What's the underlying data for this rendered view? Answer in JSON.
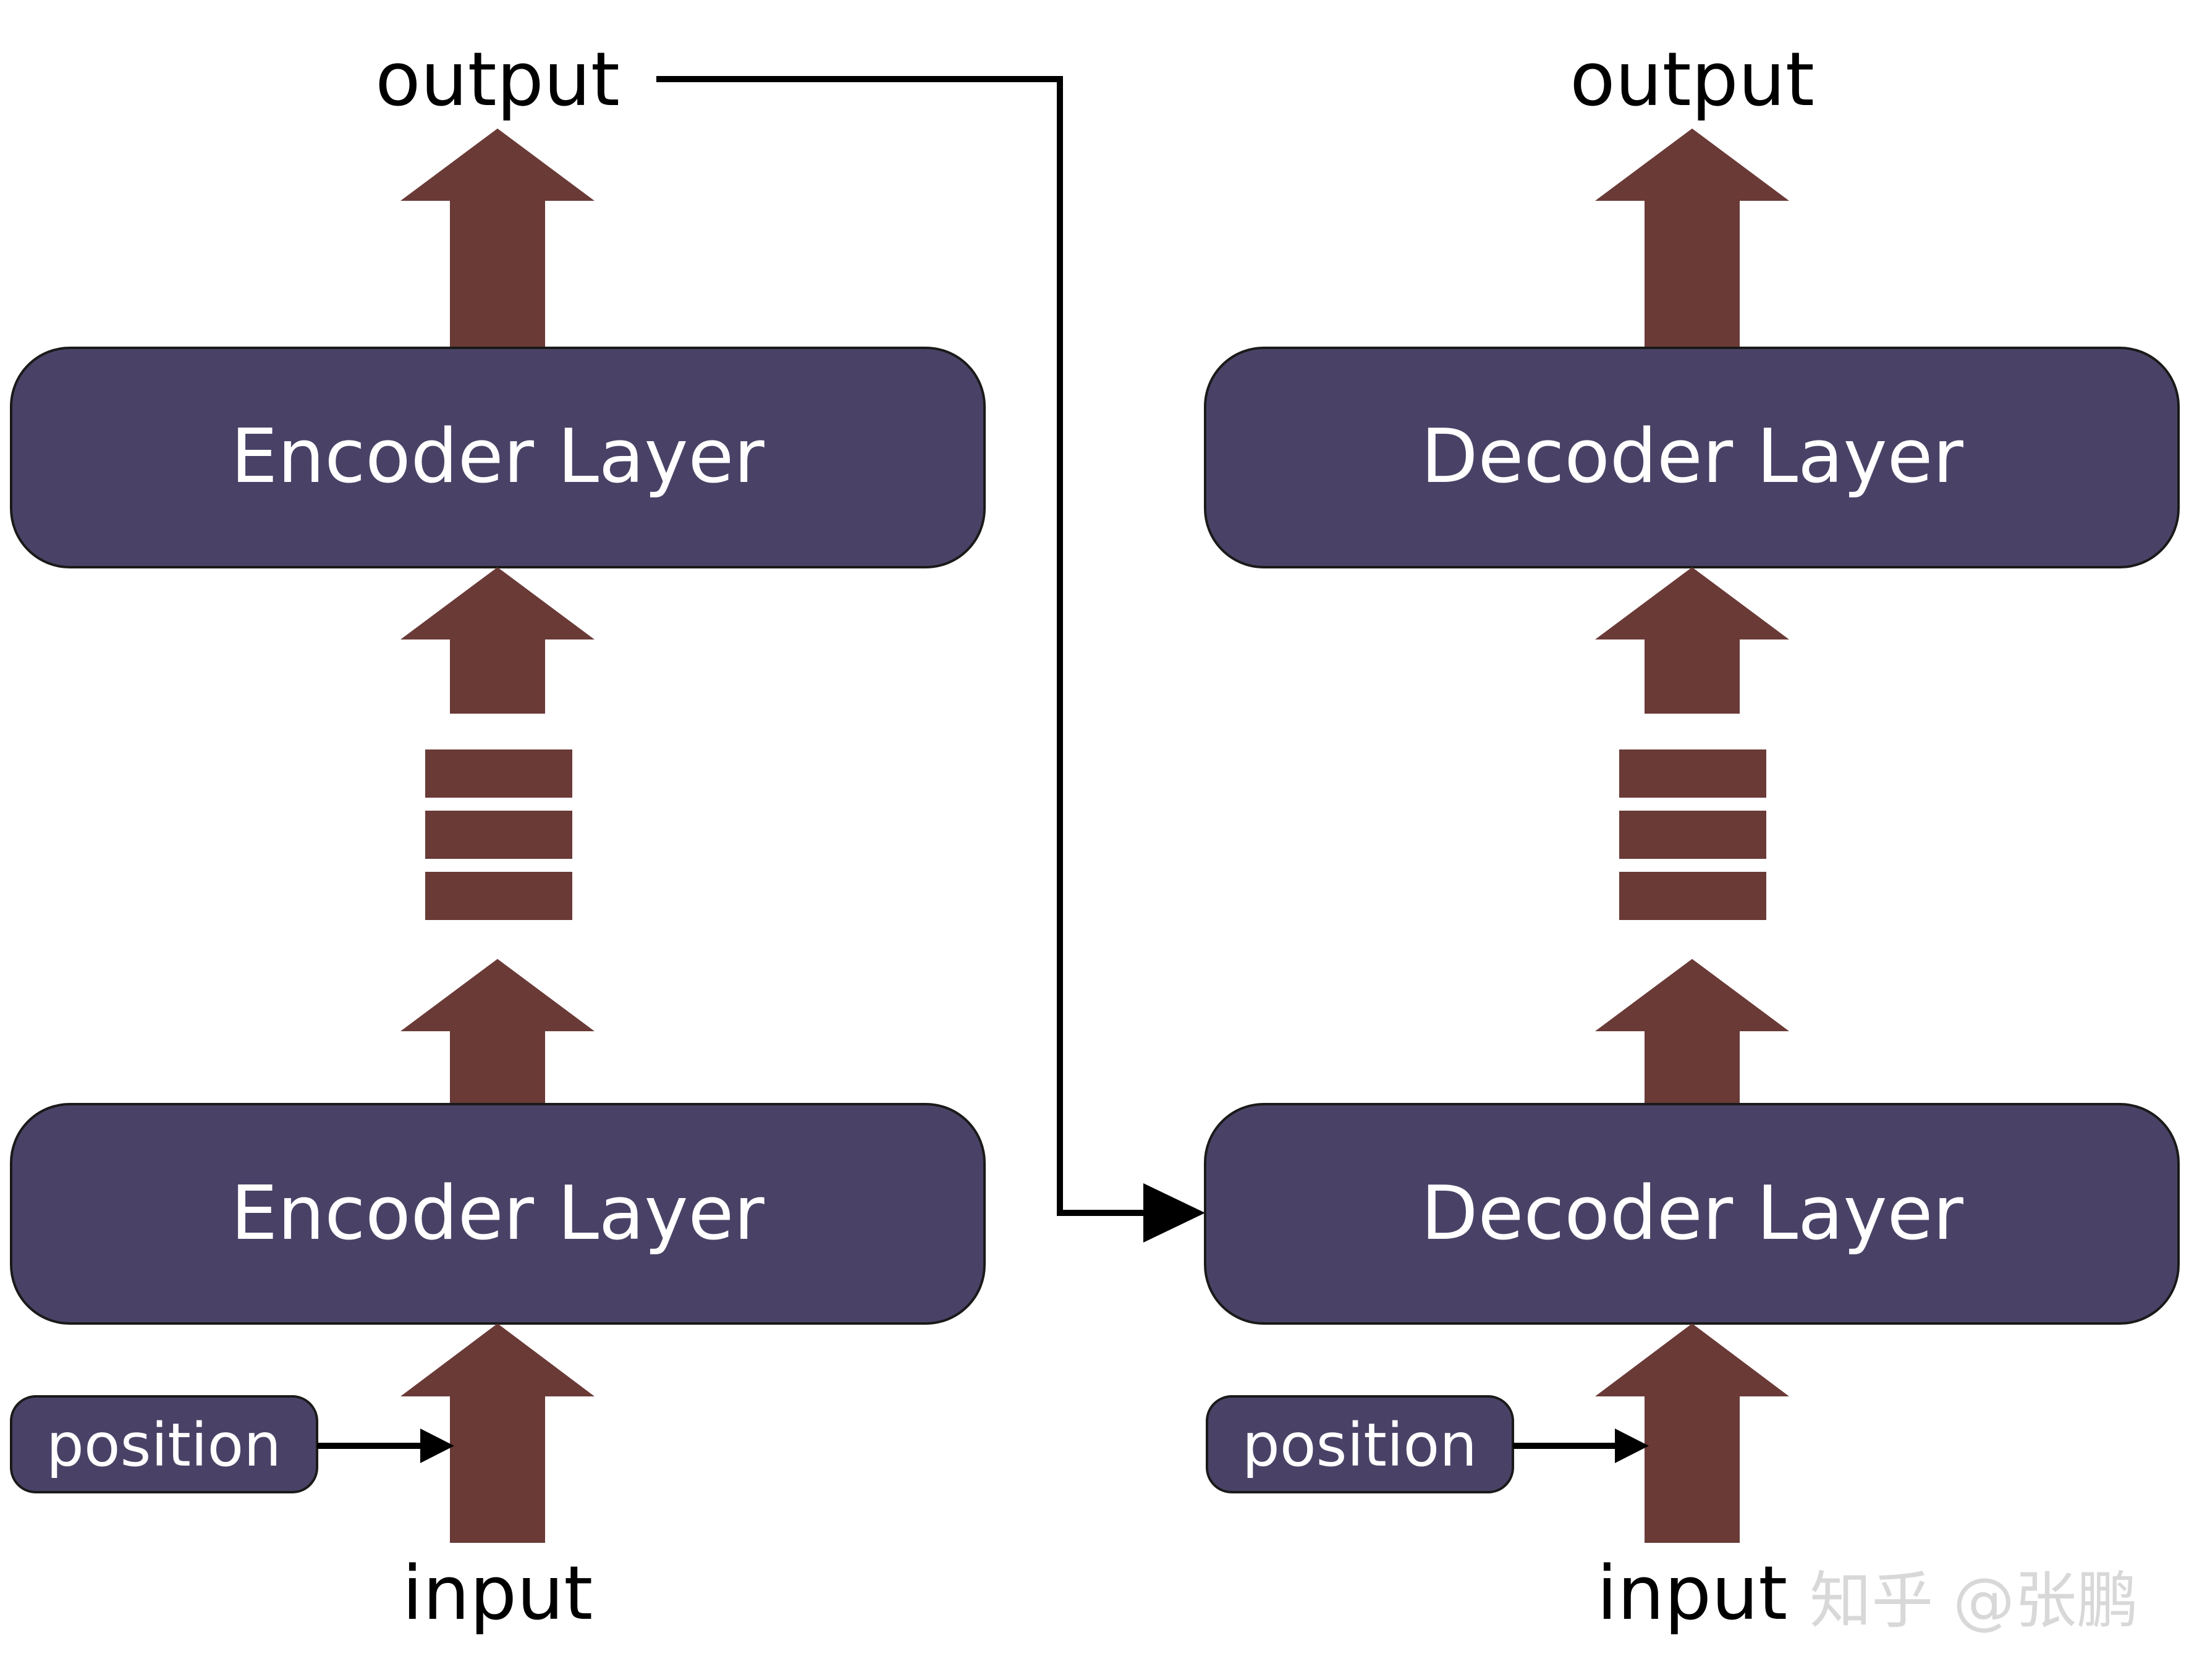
{
  "colors": {
    "layer_fill": "#4a4266",
    "arrow_fill": "#6a3a37",
    "line": "#000000",
    "background": "#ffffff"
  },
  "encoder": {
    "output_label": "output",
    "top_layer_label": "Encoder Layer",
    "bottom_layer_label": "Encoder Layer",
    "position_label": "position",
    "input_label": "input"
  },
  "decoder": {
    "output_label": "output",
    "top_layer_label": "Decoder Layer",
    "bottom_layer_label": "Decoder Layer",
    "position_label": "position",
    "input_label": "input"
  },
  "watermark": "知乎 @张鹏"
}
